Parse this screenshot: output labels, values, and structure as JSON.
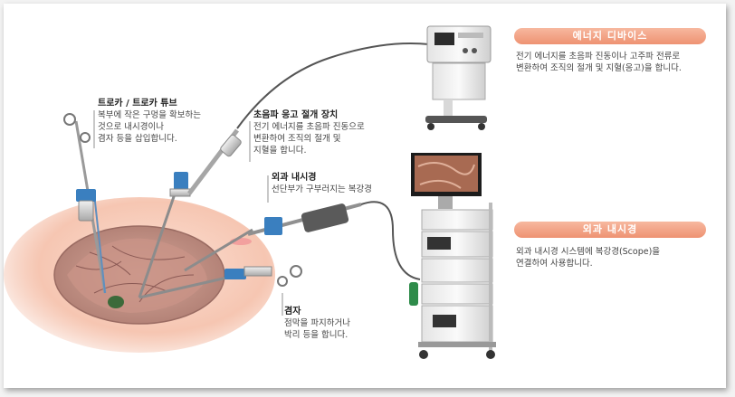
{
  "callouts": {
    "trocar": {
      "title": "트로카 / 트로카 튜브",
      "lines": [
        "복부에 작은 구멍을 확보하는",
        "것으로 내시경이나",
        "겸자 등을 삽입합니다."
      ]
    },
    "ultrasonic": {
      "title": "초음파 응고 절개 장치",
      "lines": [
        "전기 에너지를 초음파 진동으로",
        "변환하여 조직의 절개 및",
        "지혈을 합니다."
      ]
    },
    "scope": {
      "title": "외과 내시경",
      "lines": [
        "선단부가 구부러지는 복강경"
      ]
    },
    "forceps": {
      "title": "겸자",
      "lines": [
        "점막을 파지하거나",
        "박리 등을 합니다."
      ]
    }
  },
  "sections": {
    "energy": {
      "badge": "에너지 디바이스",
      "lines": [
        "전기 에너지를 초음파 진동이나 고주파 전류로",
        "변환하여 조직의 절개 및 지혈(응고)을 합니다."
      ]
    },
    "endoscope": {
      "badge": "외과 내시경",
      "lines": [
        "외과 내시경 시스템에 복강경(Scope)을",
        "연결하여 사용합니다."
      ]
    }
  },
  "colors": {
    "accent": "#f09a7a",
    "tissue": "#f6c3b0",
    "instrument_blue": "#3a7fbf"
  }
}
